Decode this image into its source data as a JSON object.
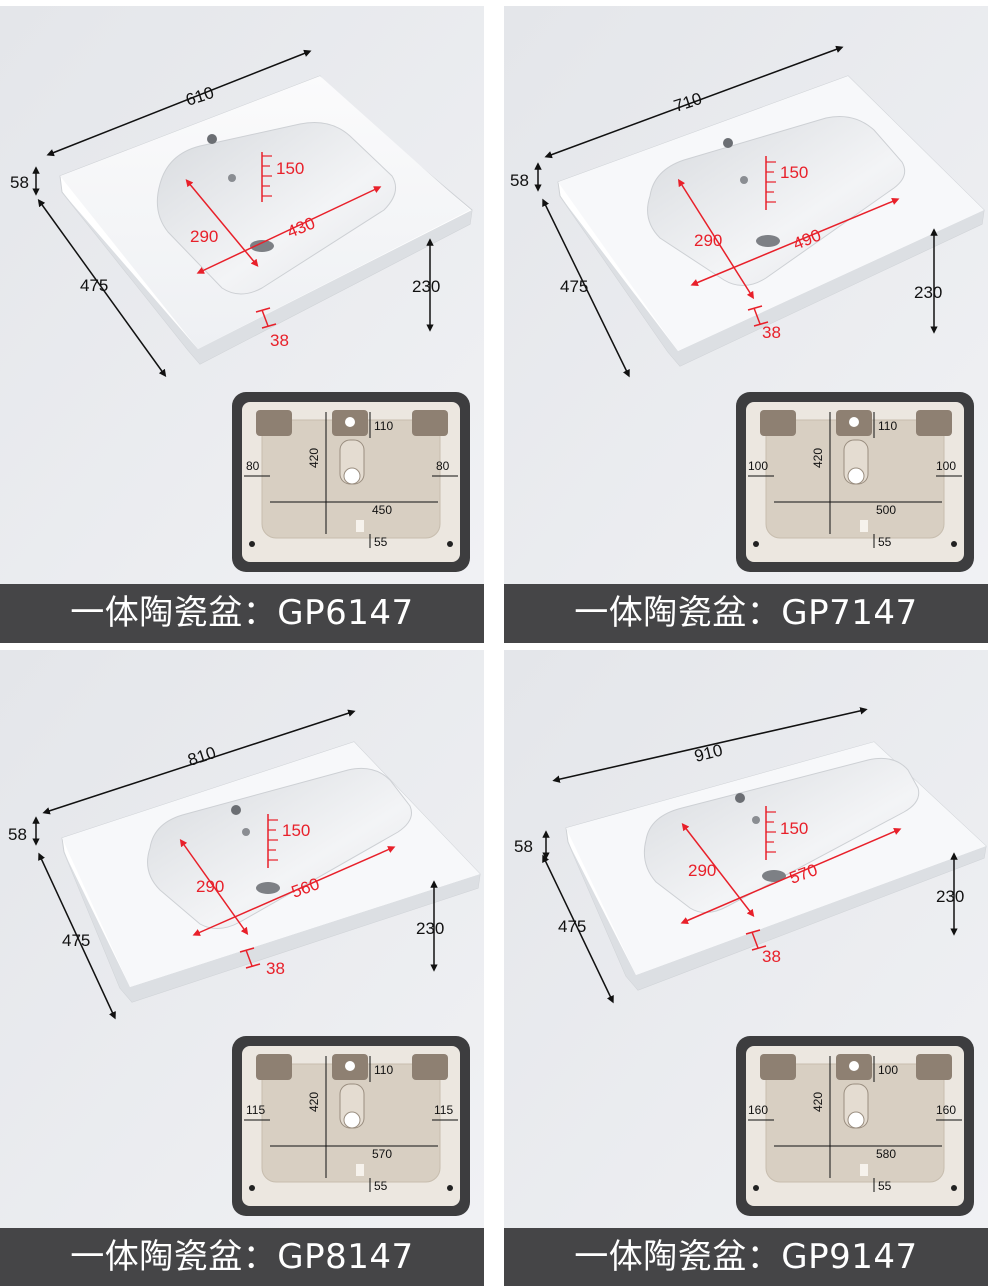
{
  "panels": [
    {
      "caption": "一体陶瓷盆：GP6147",
      "dims": {
        "width": "610",
        "depth": "475",
        "thick": "58",
        "height": "230",
        "bowl_depth": "150",
        "bowl_front": "290",
        "bowl_width": "430",
        "rim": "38"
      },
      "inset": {
        "top": "110",
        "left": "80",
        "right": "80",
        "depth": "420",
        "width": "450",
        "bottom": "55"
      }
    },
    {
      "caption": "一体陶瓷盆：GP7147",
      "dims": {
        "width": "710",
        "depth": "475",
        "thick": "58",
        "height": "230",
        "bowl_depth": "150",
        "bowl_front": "290",
        "bowl_width": "490",
        "rim": "38"
      },
      "inset": {
        "top": "110",
        "left": "100",
        "right": "100",
        "depth": "420",
        "width": "500",
        "bottom": "55"
      }
    },
    {
      "caption": "一体陶瓷盆：GP8147",
      "dims": {
        "width": "810",
        "depth": "475",
        "thick": "58",
        "height": "230",
        "bowl_depth": "150",
        "bowl_front": "290",
        "bowl_width": "560",
        "rim": "38"
      },
      "inset": {
        "top": "110",
        "left": "115",
        "right": "115",
        "depth": "420",
        "width": "570",
        "bottom": "55"
      }
    },
    {
      "caption": "一体陶瓷盆：GP9147",
      "dims": {
        "width": "910",
        "depth": "475",
        "thick": "58",
        "height": "230",
        "bowl_depth": "150",
        "bowl_front": "290",
        "bowl_width": "570",
        "rim": "38"
      },
      "inset": {
        "top": "100",
        "left": "160",
        "right": "160",
        "depth": "420",
        "width": "580",
        "bottom": "55"
      }
    }
  ],
  "colors": {
    "caption_bg": "#454547",
    "caption_text": "#ffffff",
    "red_dim": "#e8202a",
    "panel_bg": "#e9ebef"
  }
}
